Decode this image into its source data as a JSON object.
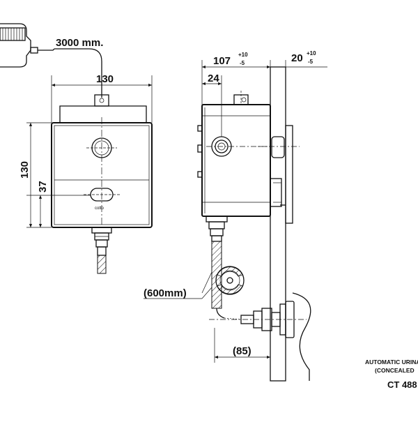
{
  "drawing": {
    "cable_length": "3000 mm.",
    "front_width": "130",
    "front_height": "130",
    "sensor_offset": "37",
    "logo": "cotto",
    "side_depth": "107",
    "side_depth_tol_plus": "+10",
    "side_depth_tol_minus": "-5",
    "wall_tol_value": "20",
    "wall_tol_plus": "+10",
    "wall_tol_minus": "-5",
    "inlet_offset": "24",
    "hose_length": "(600mm)",
    "outlet_offset": "(85)"
  },
  "title_block": {
    "line1": "AUTOMATIC URINA",
    "line2": "(CONCEALED",
    "model": "CT 488"
  }
}
